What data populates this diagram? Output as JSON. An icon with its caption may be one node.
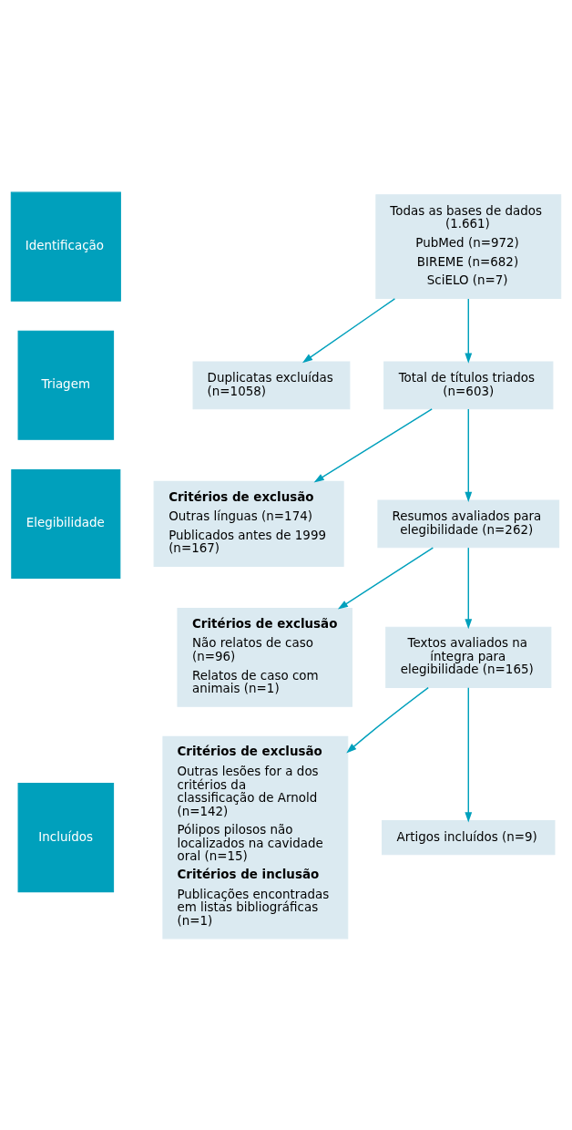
{
  "diagram": {
    "nodes": [
      {
        "text": [
          "Identificação"
        ]
      },
      {
        "text": [
          "Triagem"
        ]
      },
      {
        "text": [
          "Elegibilidade"
        ]
      },
      {
        "text": [
          "Incluídos"
        ]
      },
      {
        "text": [
          "Todas as bases de dados (1.661)",
          "PubMed (n=972)",
          "BIREME (n=682)",
          "SciELO (n=7)"
        ]
      },
      {
        "text": [
          "Duplicatas excluídas (n=1058)"
        ]
      },
      {
        "text": [
          "Total de títulos triados (n=603)"
        ]
      },
      {
        "text": [
          "Critérios de exclusão",
          "Outras línguas (n=174)",
          "Publicados antes de 1999 (n=167)"
        ]
      },
      {
        "text": [
          "Resumos avaliados para elegibilidade (n=262)"
        ]
      },
      {
        "text": [
          "Critérios de exclusão",
          "Não relatos de caso (n=96)",
          "Relatos de caso com animais (n=1)"
        ]
      },
      {
        "text": [
          "Textos avaliados na íntegra para elegibilidade (n=165)"
        ]
      },
      {
        "text": [
          "Critérios de exclusão",
          "Outras lesões for a dos critérios da classificação de Arnold (n=142)",
          "Pólipos pilosos não localizados na cavidade oral (n=15)",
          "Critérios de inclusão",
          "Publicações encontradas em listas bibliográficas (n=1)"
        ]
      },
      {
        "text": [
          "Artigos incluídos (n=9)"
        ]
      }
    ],
    "edges": [
      {
        "from": 4,
        "to": 6,
        "arrow": "to"
      },
      {
        "from": 4,
        "to": 5,
        "arrow": "to"
      },
      {
        "from": 6,
        "to": 8,
        "arrow": "to"
      },
      {
        "from": 6,
        "to": 7,
        "arrow": "to"
      },
      {
        "from": 8,
        "to": 10,
        "arrow": "to"
      },
      {
        "from": 8,
        "to": 9,
        "arrow": "to"
      },
      {
        "from": 10,
        "to": 12,
        "arrow": "to"
      },
      {
        "from": 10,
        "to": 11,
        "arrow": "to"
      }
    ]
  }
}
